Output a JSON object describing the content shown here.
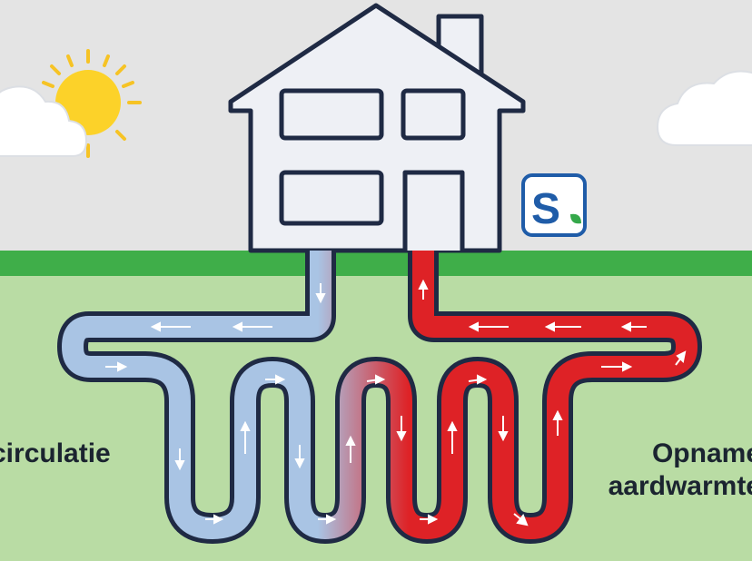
{
  "labels": {
    "left": "circulatie",
    "right_line1": "Opname",
    "right_line2": "aardwarmte"
  },
  "logo": {
    "letter": "S",
    "icon": "brand-logo-icon"
  },
  "colors": {
    "sky": "#e4e4e4",
    "grass": "#3fae49",
    "soil": "#b9dca4",
    "house": "#eef0f5",
    "outline": "#1f2a44",
    "cold_pipe": "#a9c4e4",
    "hot_pipe": "#de2226",
    "sun": "#fcd229",
    "sun_rays": "#f6c325",
    "logo_blue": "#1f5ca8",
    "logo_green": "#35a84a"
  },
  "icons": [
    "sun-icon",
    "cloud-icon",
    "house-icon",
    "arrow-icon"
  ]
}
